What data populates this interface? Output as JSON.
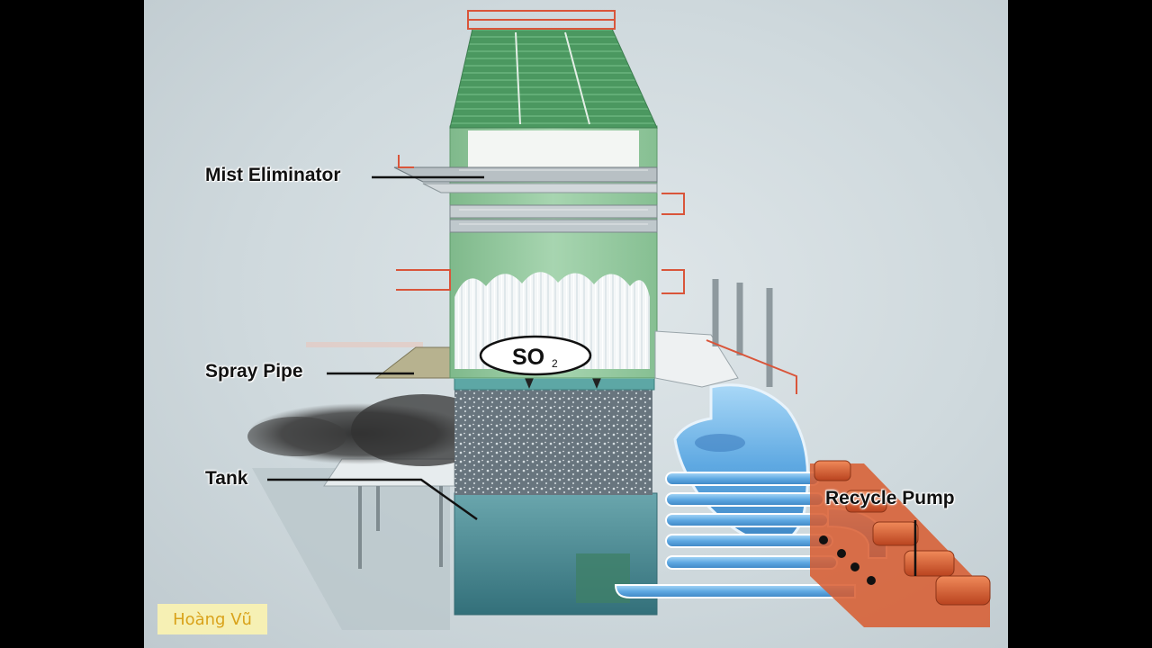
{
  "labels": {
    "mist_eliminator": "Mist Eliminator",
    "spray_pipe": "Spray Pipe",
    "tank": "Tank",
    "recycle_pump": "Recycle Pump"
  },
  "bubble": {
    "base": "SO",
    "subscript": "2"
  },
  "watermark": "Hoàng Vũ",
  "colors": {
    "tower_green": "#8fc49a",
    "roof_green": "#4f9a63",
    "pipe_blue": "#6fb6ea",
    "pump_orange": "#e0663a",
    "tank_teal": "#4f8f99",
    "rail_red": "#d9553a"
  }
}
